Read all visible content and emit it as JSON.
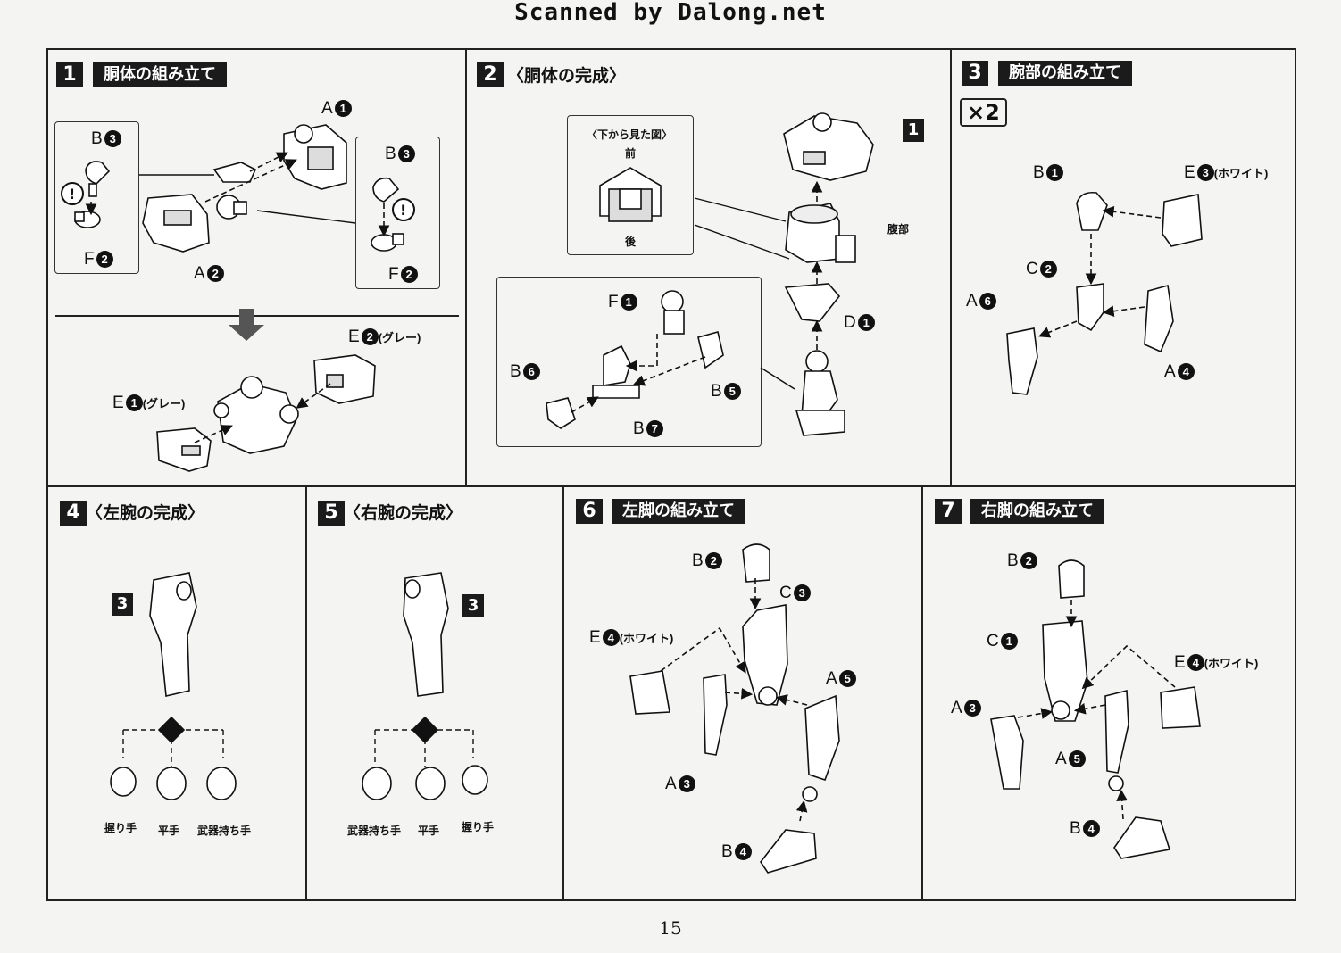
{
  "header": {
    "text": "Scanned by Dalong.net"
  },
  "page_number": "15",
  "steps": [
    {
      "number": "1",
      "title": "胴体の組み立て",
      "labels": {
        "a1": "A",
        "a1n": "1",
        "b3l": "B",
        "b3ln": "3",
        "f2l": "F",
        "f2ln": "2",
        "a2": "A",
        "a2n": "2",
        "b3r": "B",
        "b3rn": "3",
        "f2r": "F",
        "f2rn": "2",
        "e2": "E",
        "e2n": "2",
        "e2note": "(グレー)",
        "e1": "E",
        "e1n": "1",
        "e1note": "(グレー)"
      }
    },
    {
      "number": "2",
      "title": "〈胴体の完成〉",
      "inset": {
        "title": "〈下から見た図〉",
        "front": "前",
        "back": "後"
      },
      "callout": "1",
      "labels": {
        "abdomen": "腹部",
        "d": "D",
        "dn": "1",
        "f": "F",
        "fn": "1",
        "b6": "B",
        "b6n": "6",
        "b5": "B",
        "b5n": "5",
        "b7": "B",
        "b7n": "7"
      }
    },
    {
      "number": "3",
      "title": "腕部の組み立て",
      "multiplier": "×2",
      "labels": {
        "b1": "B",
        "b1n": "1",
        "e3": "E",
        "e3n": "3",
        "e3note": "(ホワイト)",
        "c2": "C",
        "c2n": "2",
        "a6": "A",
        "a6n": "6",
        "a4": "A",
        "a4n": "4"
      }
    },
    {
      "number": "4",
      "title": "〈左腕の完成〉",
      "callout": "3",
      "hands": [
        "握り手",
        "平手",
        "武器持ち手"
      ]
    },
    {
      "number": "5",
      "title": "〈右腕の完成〉",
      "callout": "3",
      "hands": [
        "武器持ち手",
        "平手",
        "握り手"
      ]
    },
    {
      "number": "6",
      "title": "左脚の組み立て",
      "labels": {
        "b2": "B",
        "b2n": "2",
        "c3": "C",
        "c3n": "3",
        "e4": "E",
        "e4n": "4",
        "e4note": "(ホワイト)",
        "a5": "A",
        "a5n": "5",
        "a3": "A",
        "a3n": "3",
        "b4": "B",
        "b4n": "4"
      }
    },
    {
      "number": "7",
      "title": "右脚の組み立て",
      "labels": {
        "b2": "B",
        "b2n": "2",
        "c1": "C",
        "c1n": "1",
        "e4": "E",
        "e4n": "4",
        "e4note": "(ホワイト)",
        "a3": "A",
        "a3n": "3",
        "a5": "A",
        "a5n": "5",
        "b4": "B",
        "b4n": "4"
      }
    }
  ],
  "colors": {
    "ink": "#1b1b1b",
    "paper": "#f4f4f2",
    "part_fill": "#ffffff",
    "shade": "#d8d8d8"
  }
}
